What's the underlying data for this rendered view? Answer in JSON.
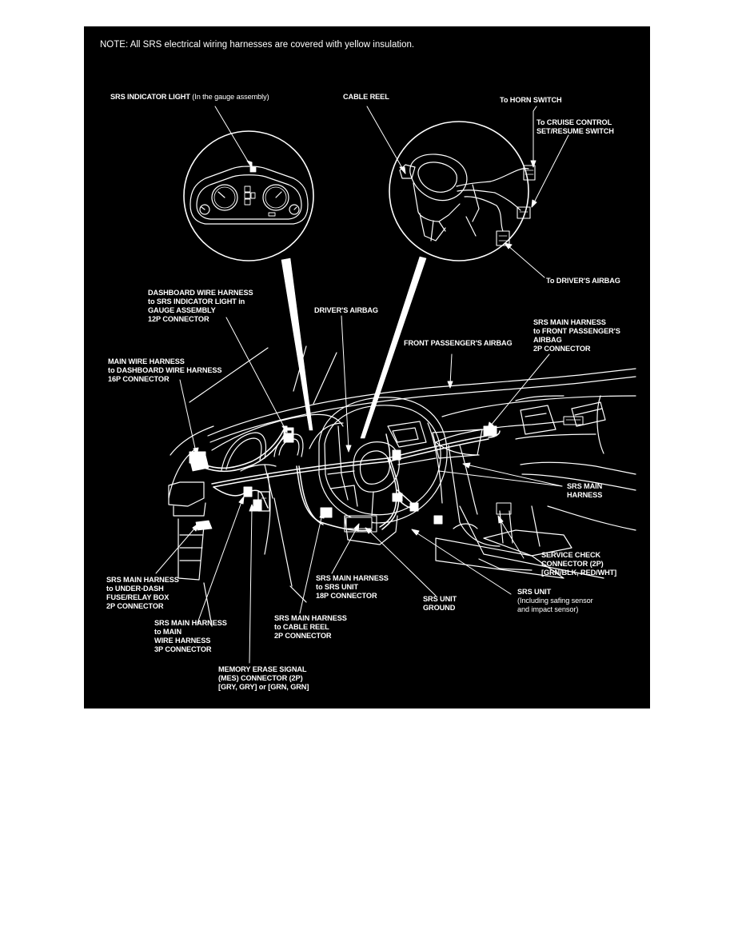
{
  "note": "NOTE:  All SRS electrical wiring harnesses are covered with yellow insulation.",
  "labels": {
    "srs_indicator_light": "SRS INDICATOR LIGHT",
    "srs_indicator_light_sub": " (In the gauge assembly)",
    "cable_reel": "CABLE REEL",
    "to_horn_switch": "To HORN SWITCH",
    "to_cruise_control": "To CRUISE CONTROL\nSET/RESUME SWITCH",
    "to_drivers_airbag": "To DRIVER'S AIRBAG",
    "dashboard_wire_harness": "DASHBOARD WIRE HARNESS\nto SRS INDICATOR LIGHT in\nGAUGE ASSEMBLY\n12P CONNECTOR",
    "drivers_airbag": "DRIVER'S AIRBAG",
    "srs_main_harness_passenger": "SRS MAIN HARNESS\nto FRONT PASSENGER'S\nAIRBAG\n2P CONNECTOR",
    "front_passenger_airbag": "FRONT PASSENGER'S AIRBAG",
    "main_wire_harness": "MAIN WIRE HARNESS\nto DASHBOARD WIRE HARNESS\n16P CONNECTOR",
    "srs_main_harness": "SRS MAIN\nHARNESS",
    "service_check_connector": "SERVICE CHECK\nCONNECTOR (2P)\n[GRN/BLK, RED/WHT]",
    "srs_main_harness_fuse_box": "SRS MAIN HARNESS\nto UNDER-DASH\nFUSE/RELAY BOX\n2P CONNECTOR",
    "srs_main_harness_srs_unit": "SRS MAIN HARNESS\nto SRS UNIT\n18P CONNECTOR",
    "srs_unit_ground": "SRS UNIT\nGROUND",
    "srs_unit": "SRS UNIT",
    "srs_unit_sub": "(Including safing sensor\nand impact sensor)",
    "srs_main_harness_main_wire": "SRS MAIN HARNESS\nto MAIN\nWIRE HARNESS\n3P CONNECTOR",
    "srs_main_harness_cable_reel": "SRS MAIN HARNESS\nto CABLE REEL\n2P CONNECTOR",
    "mes_connector": "MEMORY ERASE SIGNAL\n(MES) CONNECTOR (2P)\n[GRY, GRY] or [GRN, GRN]"
  },
  "colors": {
    "background": "#000000",
    "ink": "#ffffff",
    "page": "#ffffff"
  }
}
